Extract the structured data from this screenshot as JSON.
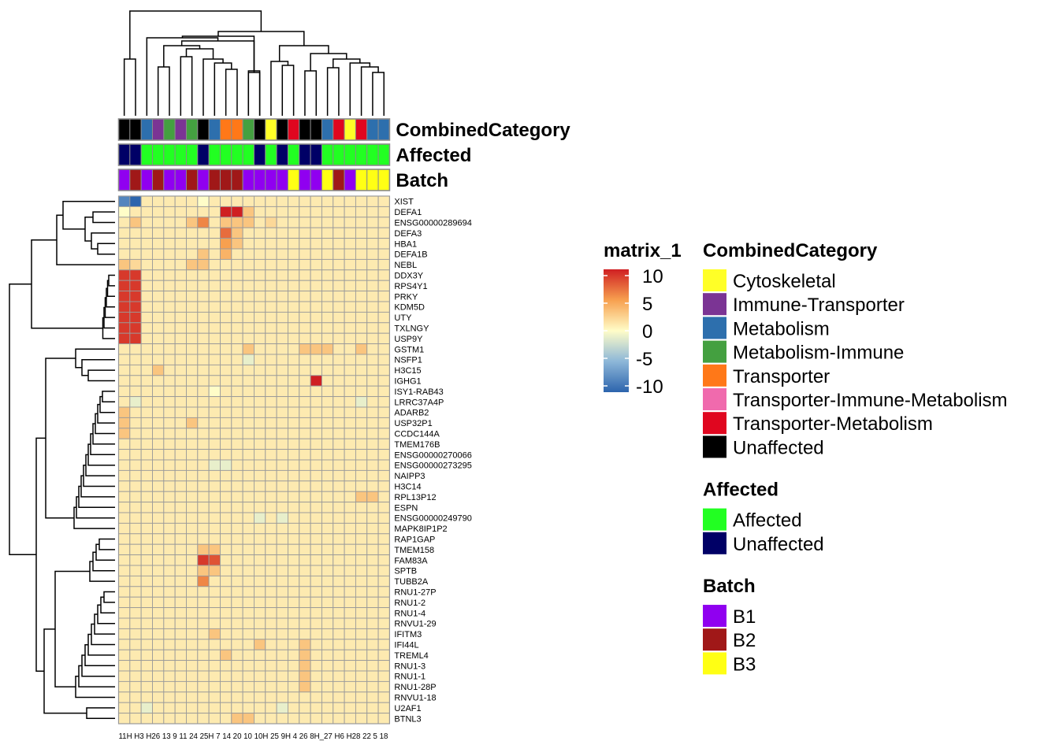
{
  "chart_data": {
    "type": "heatmap",
    "title": "",
    "matrix_name": "matrix_1",
    "columns": [
      "11H",
      "H3",
      "H26",
      "13",
      "9",
      "11",
      "24",
      "25H",
      "7",
      "14",
      "20",
      "10",
      "10H",
      "25",
      "9H",
      "4",
      "26",
      "8H",
      "27",
      "H6",
      "H28",
      "22",
      "5",
      "18"
    ],
    "column_tick_text": "11H H3 H26 13  9  11 24 25H 7  14 20 10 10H 25 9H 4 26 8H_27 H6 H28 22  5  18",
    "rows": [
      "XIST",
      "DEFA1",
      "ENSG00000289694",
      "DEFA3",
      "HBA1",
      "DEFA1B",
      "NEBL",
      "DDX3Y",
      "RPS4Y1",
      "PRKY",
      "KDM5D",
      "UTY",
      "TXLNGY",
      "USP9Y",
      "GSTM1",
      "NSFP1",
      "H3C15",
      "IGHG1",
      "ISY1-RAB43",
      "LRRC37A4P",
      "ADARB2",
      "USP32P1",
      "CCDC144A",
      "TMEM176B",
      "ENSG00000270066",
      "ENSG00000273295",
      "NAIPP3",
      "H3C14",
      "RPL13P12",
      "ESPN",
      "ENSG00000249790",
      "MAPK8IP1P2",
      "RAP1GAP",
      "TMEM158",
      "FAM83A",
      "SPTB",
      "TUBB2A",
      "RNU1-27P",
      "RNU1-2",
      "RNU1-4",
      "RNVU1-29",
      "IFITM3",
      "IFI44L",
      "TREML4",
      "RNU1-3",
      "RNU1-1",
      "RNU1-28P",
      "RNVU1-18",
      "U2AF1",
      "BTNL3"
    ],
    "values": [
      [
        -8,
        -10,
        1,
        1,
        1,
        1,
        1,
        0,
        1,
        1,
        1,
        1,
        1,
        1,
        1,
        1,
        1,
        1,
        1,
        1,
        1,
        1,
        1,
        1
      ],
      [
        0,
        1,
        1,
        1,
        1,
        1,
        1,
        1,
        1,
        10,
        10,
        3,
        1,
        1,
        1,
        1,
        1,
        1,
        1,
        1,
        1,
        1,
        1,
        1
      ],
      [
        1,
        3,
        1,
        1,
        1,
        1,
        3,
        6,
        1,
        3,
        3,
        3,
        1,
        2,
        1,
        1,
        1,
        1,
        1,
        1,
        1,
        1,
        1,
        1
      ],
      [
        1,
        1,
        1,
        1,
        1,
        1,
        1,
        1,
        1,
        7,
        3,
        1,
        1,
        1,
        1,
        1,
        1,
        1,
        1,
        1,
        1,
        1,
        1,
        1
      ],
      [
        1,
        1,
        1,
        1,
        1,
        1,
        1,
        1,
        1,
        5,
        3,
        1,
        1,
        1,
        1,
        1,
        1,
        1,
        1,
        1,
        1,
        1,
        1,
        1
      ],
      [
        1,
        1,
        1,
        1,
        1,
        1,
        1,
        3,
        1,
        4,
        1,
        1,
        1,
        1,
        1,
        1,
        1,
        1,
        1,
        1,
        1,
        1,
        1,
        1
      ],
      [
        3,
        2,
        1,
        1,
        1,
        1,
        3,
        3,
        1,
        1,
        1,
        1,
        1,
        1,
        1,
        1,
        1,
        1,
        1,
        1,
        1,
        1,
        1,
        1
      ],
      [
        9,
        9,
        1,
        1,
        1,
        1,
        1,
        1,
        1,
        1,
        1,
        1,
        1,
        1,
        1,
        1,
        1,
        1,
        1,
        1,
        1,
        1,
        1,
        1
      ],
      [
        9,
        9,
        1,
        1,
        1,
        1,
        1,
        1,
        1,
        1,
        1,
        1,
        1,
        1,
        1,
        1,
        1,
        1,
        1,
        1,
        1,
        1,
        1,
        1
      ],
      [
        9,
        9,
        1,
        1,
        1,
        1,
        1,
        1,
        1,
        1,
        1,
        1,
        1,
        1,
        1,
        1,
        1,
        1,
        1,
        1,
        1,
        1,
        1,
        1
      ],
      [
        9,
        9,
        1,
        1,
        1,
        1,
        1,
        1,
        1,
        1,
        1,
        1,
        1,
        1,
        1,
        1,
        1,
        1,
        1,
        1,
        1,
        1,
        1,
        1
      ],
      [
        9,
        9,
        1,
        1,
        1,
        1,
        1,
        1,
        1,
        1,
        1,
        1,
        1,
        1,
        1,
        1,
        1,
        1,
        1,
        1,
        1,
        1,
        1,
        1
      ],
      [
        9,
        9,
        1,
        1,
        1,
        1,
        1,
        1,
        1,
        1,
        1,
        1,
        1,
        1,
        1,
        1,
        1,
        1,
        1,
        1,
        1,
        1,
        1,
        1
      ],
      [
        9,
        9,
        1,
        1,
        1,
        1,
        1,
        1,
        1,
        1,
        1,
        1,
        1,
        1,
        1,
        1,
        1,
        1,
        1,
        1,
        1,
        1,
        1,
        1
      ],
      [
        1,
        1,
        1,
        1,
        1,
        1,
        1,
        1,
        1,
        1,
        1,
        3,
        1,
        1,
        1,
        1,
        3,
        3,
        3,
        1,
        1,
        3,
        1,
        1
      ],
      [
        1,
        1,
        1,
        1,
        1,
        1,
        1,
        1,
        1,
        1,
        1,
        -1,
        1,
        1,
        1,
        1,
        1,
        1,
        1,
        1,
        1,
        1,
        1,
        1
      ],
      [
        1,
        1,
        1,
        3,
        1,
        1,
        1,
        1,
        1,
        1,
        1,
        1,
        1,
        1,
        1,
        1,
        1,
        1,
        1,
        1,
        1,
        1,
        1,
        1
      ],
      [
        1,
        1,
        1,
        1,
        1,
        1,
        1,
        1,
        1,
        1,
        1,
        1,
        1,
        1,
        1,
        1,
        1,
        10,
        1,
        1,
        1,
        1,
        1,
        1
      ],
      [
        1,
        1,
        1,
        1,
        1,
        1,
        1,
        1,
        0,
        1,
        1,
        1,
        1,
        1,
        1,
        1,
        1,
        1,
        1,
        1,
        1,
        1,
        1,
        1
      ],
      [
        1,
        -1,
        1,
        1,
        1,
        1,
        1,
        1,
        1,
        1,
        1,
        1,
        1,
        1,
        1,
        1,
        1,
        1,
        1,
        1,
        1,
        -1,
        1,
        1
      ],
      [
        3,
        1,
        1,
        1,
        1,
        1,
        1,
        1,
        1,
        1,
        1,
        1,
        1,
        1,
        1,
        1,
        1,
        1,
        1,
        1,
        1,
        1,
        1,
        1
      ],
      [
        3,
        1,
        1,
        1,
        1,
        1,
        3,
        1,
        1,
        1,
        1,
        1,
        1,
        1,
        1,
        1,
        1,
        1,
        1,
        1,
        1,
        1,
        1,
        1
      ],
      [
        3,
        1,
        1,
        1,
        1,
        1,
        1,
        1,
        1,
        1,
        1,
        1,
        1,
        1,
        1,
        1,
        1,
        1,
        1,
        1,
        1,
        1,
        1,
        1
      ],
      [
        1,
        1,
        1,
        1,
        1,
        1,
        1,
        1,
        1,
        1,
        1,
        1,
        1,
        1,
        1,
        1,
        1,
        1,
        1,
        1,
        1,
        1,
        1,
        1
      ],
      [
        1,
        1,
        1,
        1,
        1,
        1,
        1,
        1,
        1,
        1,
        1,
        1,
        1,
        1,
        1,
        1,
        1,
        1,
        1,
        1,
        1,
        1,
        1,
        1
      ],
      [
        1,
        1,
        1,
        1,
        1,
        1,
        1,
        1,
        -1,
        -1,
        1,
        1,
        1,
        1,
        1,
        1,
        1,
        1,
        1,
        1,
        1,
        1,
        1,
        1
      ],
      [
        1,
        1,
        1,
        1,
        1,
        1,
        1,
        1,
        1,
        1,
        1,
        1,
        1,
        1,
        1,
        1,
        1,
        1,
        1,
        1,
        1,
        1,
        1,
        1
      ],
      [
        1,
        1,
        1,
        1,
        1,
        1,
        1,
        1,
        1,
        1,
        1,
        1,
        1,
        1,
        1,
        1,
        1,
        1,
        1,
        1,
        1,
        1,
        1,
        1
      ],
      [
        1,
        1,
        1,
        1,
        1,
        1,
        1,
        1,
        1,
        1,
        1,
        1,
        1,
        1,
        1,
        1,
        1,
        1,
        1,
        1,
        1,
        3,
        3,
        1
      ],
      [
        1,
        1,
        1,
        1,
        1,
        1,
        1,
        1,
        1,
        1,
        1,
        1,
        1,
        1,
        1,
        1,
        1,
        1,
        1,
        1,
        1,
        1,
        1,
        1
      ],
      [
        1,
        1,
        1,
        1,
        1,
        1,
        1,
        1,
        1,
        1,
        1,
        1,
        -1,
        1,
        -1,
        1,
        1,
        1,
        1,
        1,
        1,
        1,
        1,
        1
      ],
      [
        1,
        1,
        1,
        1,
        1,
        1,
        1,
        1,
        1,
        1,
        1,
        1,
        1,
        1,
        1,
        1,
        1,
        1,
        1,
        1,
        1,
        1,
        1,
        1
      ],
      [
        1,
        1,
        1,
        1,
        1,
        1,
        1,
        1,
        1,
        1,
        1,
        1,
        1,
        1,
        1,
        1,
        1,
        1,
        1,
        1,
        1,
        1,
        1,
        1
      ],
      [
        1,
        1,
        1,
        1,
        1,
        1,
        1,
        3,
        3,
        1,
        1,
        1,
        1,
        1,
        1,
        1,
        1,
        1,
        1,
        1,
        1,
        1,
        1,
        1
      ],
      [
        1,
        1,
        1,
        1,
        1,
        1,
        1,
        9,
        8,
        1,
        1,
        1,
        1,
        1,
        1,
        1,
        1,
        1,
        1,
        1,
        1,
        1,
        1,
        1
      ],
      [
        1,
        1,
        1,
        1,
        1,
        1,
        1,
        3,
        3,
        1,
        1,
        1,
        1,
        1,
        1,
        1,
        1,
        1,
        1,
        1,
        1,
        1,
        1,
        1
      ],
      [
        1,
        1,
        1,
        1,
        1,
        1,
        1,
        6,
        1,
        1,
        1,
        1,
        1,
        1,
        1,
        1,
        1,
        1,
        1,
        1,
        1,
        1,
        1,
        1
      ],
      [
        1,
        1,
        1,
        1,
        1,
        1,
        1,
        1,
        1,
        1,
        1,
        1,
        1,
        1,
        1,
        1,
        1,
        1,
        1,
        1,
        1,
        1,
        1,
        1
      ],
      [
        1,
        1,
        1,
        1,
        1,
        1,
        1,
        1,
        1,
        1,
        1,
        1,
        1,
        1,
        1,
        1,
        1,
        1,
        1,
        1,
        1,
        1,
        1,
        1
      ],
      [
        1,
        1,
        1,
        1,
        1,
        1,
        1,
        1,
        1,
        1,
        1,
        1,
        1,
        1,
        1,
        1,
        1,
        1,
        1,
        1,
        1,
        1,
        1,
        1
      ],
      [
        1,
        1,
        1,
        1,
        1,
        1,
        1,
        1,
        1,
        1,
        1,
        1,
        1,
        1,
        1,
        1,
        1,
        1,
        1,
        1,
        1,
        1,
        1,
        1
      ],
      [
        1,
        1,
        1,
        1,
        1,
        1,
        1,
        1,
        3,
        1,
        1,
        1,
        1,
        1,
        1,
        1,
        1,
        1,
        1,
        1,
        1,
        1,
        1,
        1
      ],
      [
        1,
        1,
        1,
        1,
        1,
        1,
        1,
        1,
        1,
        1,
        1,
        1,
        3,
        1,
        1,
        1,
        3,
        1,
        1,
        1,
        1,
        1,
        1,
        1
      ],
      [
        1,
        1,
        1,
        1,
        1,
        1,
        1,
        1,
        1,
        3,
        1,
        1,
        1,
        1,
        1,
        1,
        3,
        1,
        1,
        1,
        1,
        1,
        1,
        1
      ],
      [
        1,
        1,
        1,
        1,
        1,
        1,
        1,
        1,
        1,
        1,
        1,
        1,
        1,
        1,
        1,
        1,
        3,
        1,
        1,
        1,
        1,
        1,
        1,
        1
      ],
      [
        1,
        1,
        1,
        1,
        1,
        1,
        1,
        1,
        1,
        1,
        1,
        1,
        1,
        1,
        1,
        1,
        3,
        1,
        1,
        1,
        1,
        1,
        1,
        1
      ],
      [
        1,
        1,
        1,
        1,
        1,
        1,
        1,
        1,
        1,
        1,
        1,
        1,
        1,
        1,
        1,
        1,
        3,
        1,
        1,
        1,
        1,
        1,
        1,
        1
      ],
      [
        1,
        1,
        1,
        1,
        1,
        1,
        1,
        1,
        1,
        1,
        1,
        1,
        1,
        1,
        1,
        1,
        1,
        1,
        1,
        1,
        1,
        1,
        1,
        1
      ],
      [
        1,
        1,
        -1,
        1,
        1,
        1,
        1,
        1,
        1,
        1,
        1,
        1,
        1,
        1,
        -1,
        1,
        1,
        1,
        1,
        1,
        1,
        1,
        1,
        1
      ],
      [
        1,
        1,
        1,
        1,
        1,
        1,
        1,
        1,
        1,
        1,
        3,
        3,
        1,
        1,
        1,
        1,
        1,
        1,
        1,
        1,
        1,
        1,
        1,
        1
      ]
    ],
    "annotations": {
      "labels": [
        "CombinedCategory",
        "Affected",
        "Batch"
      ],
      "CombinedCategory": [
        "Unaffected",
        "Unaffected",
        "Metabolism",
        "Immune-Transporter",
        "Metabolism-Immune",
        "Immune-Transporter",
        "Metabolism-Immune",
        "Unaffected",
        "Metabolism",
        "Transporter",
        "Transporter",
        "Metabolism-Immune",
        "Unaffected",
        "Cytoskeletal",
        "Unaffected",
        "Transporter-Metabolism",
        "Unaffected",
        "Unaffected",
        "Metabolism",
        "Transporter-Metabolism",
        "Cytoskeletal",
        "Transporter-Metabolism",
        "Metabolism",
        "Metabolism"
      ],
      "Affected": [
        "Unaffected",
        "Unaffected",
        "Affected",
        "Affected",
        "Affected",
        "Affected",
        "Affected",
        "Unaffected",
        "Affected",
        "Affected",
        "Affected",
        "Affected",
        "Unaffected",
        "Affected",
        "Unaffected",
        "Affected",
        "Unaffected",
        "Unaffected",
        "Affected",
        "Affected",
        "Affected",
        "Affected",
        "Affected",
        "Affected"
      ],
      "Batch": [
        "B1",
        "B2",
        "B1",
        "B2",
        "B1",
        "B1",
        "B2",
        "B1",
        "B2",
        "B2",
        "B2",
        "B1",
        "B1",
        "B1",
        "B1",
        "B3",
        "B1",
        "B1",
        "B3",
        "B2",
        "B1",
        "B3",
        "B3",
        "B3"
      ]
    },
    "color_scale": {
      "breaks": [
        -10,
        -5,
        0,
        5,
        10
      ],
      "tick_labels": [
        "10",
        "5",
        "0",
        "-5",
        "-10"
      ],
      "colors": [
        "#2c64ad",
        "#8db7d8",
        "#fffdc8",
        "#f7a04f",
        "#cf1f22"
      ]
    },
    "legends": [
      {
        "title": "CombinedCategory",
        "items": [
          {
            "label": "Cytoskeletal",
            "color": "#ffff27"
          },
          {
            "label": "Immune-Transporter",
            "color": "#7b3494"
          },
          {
            "label": "Metabolism",
            "color": "#2d6fad"
          },
          {
            "label": "Metabolism-Immune",
            "color": "#44a040"
          },
          {
            "label": "Transporter",
            "color": "#ff7818"
          },
          {
            "label": "Transporter-Immune-Metabolism",
            "color": "#f06aad"
          },
          {
            "label": "Transporter-Metabolism",
            "color": "#e0061f"
          },
          {
            "label": "Unaffected",
            "color": "#000000"
          }
        ]
      },
      {
        "title": "Affected",
        "items": [
          {
            "label": "Affected",
            "color": "#22ff22"
          },
          {
            "label": "Unaffected",
            "color": "#000066"
          }
        ]
      },
      {
        "title": "Batch",
        "items": [
          {
            "label": "B1",
            "color": "#9000f0"
          },
          {
            "label": "B2",
            "color": "#a01818"
          },
          {
            "label": "B3",
            "color": "#ffff14"
          }
        ]
      }
    ]
  }
}
